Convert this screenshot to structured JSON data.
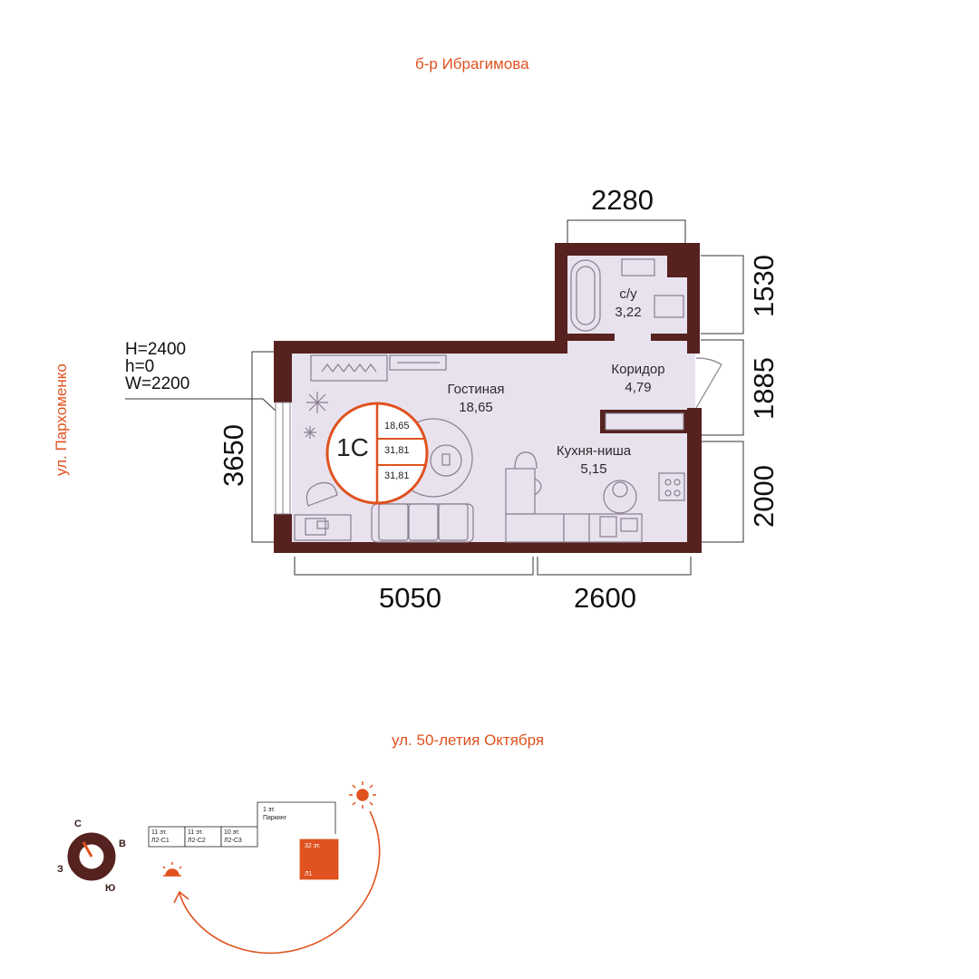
{
  "streets": {
    "top": "б-р Ибрагимова",
    "left": "ул. Пархоменко",
    "bottom": "ул. 50-летия Октября"
  },
  "dimensions": {
    "top": "2280",
    "left": "3650",
    "bottom_left": "5050",
    "bottom_right": "2600",
    "right_1": "1530",
    "right_2": "1885",
    "right_3": "2000"
  },
  "params": {
    "height": "H=2400",
    "sill": "h=0",
    "width": "W=2200"
  },
  "rooms": {
    "living": {
      "name": "Гостиная",
      "area": "18,65"
    },
    "bathroom": {
      "name": "с/у",
      "area": "3,22"
    },
    "corridor": {
      "name": "Коридор",
      "area": "4,79"
    },
    "kitchen": {
      "name": "Кухня-ниша",
      "area": "5,15"
    }
  },
  "badge": {
    "code": "1С",
    "values": [
      "18,65",
      "31,81",
      "31,81"
    ]
  },
  "compass": {
    "n": "С",
    "e": "В",
    "s": "Ю",
    "w": "З"
  },
  "site_plan": {
    "blocks": [
      {
        "floors": "11 эт.",
        "label": "Л2-С1"
      },
      {
        "floors": "11 эт.",
        "label": "Л2-С2"
      },
      {
        "floors": "10 эт.",
        "label": "Л2-С3"
      }
    ],
    "parking": {
      "floors": "1 эт.",
      "label": "Паркинг"
    },
    "highlight": {
      "floors": "32 эт.",
      "label": "Л1"
    }
  },
  "colors": {
    "wall": "#55221f",
    "floor": "#e8e2ef",
    "accent": "#e0521f",
    "furniture": "#8a7d8d"
  }
}
